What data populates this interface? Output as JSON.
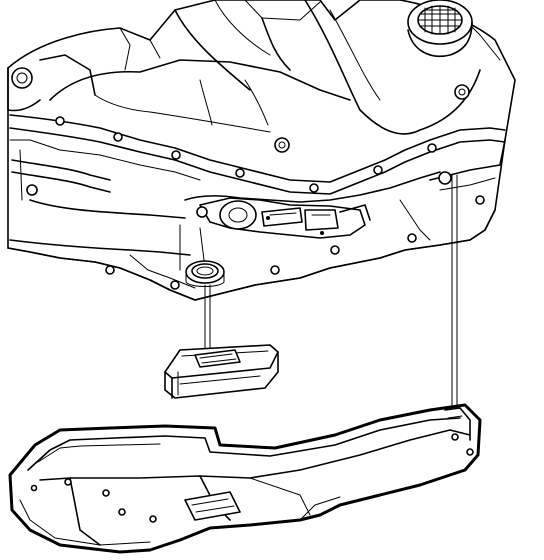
{
  "diagram": {
    "style": "line-art",
    "colors": {
      "line": "#000000",
      "background": "#ffffff"
    },
    "components": [
      {
        "id": "transmission-case",
        "label": ""
      },
      {
        "id": "oil-seal",
        "label": ""
      },
      {
        "id": "oil-filter",
        "label": ""
      },
      {
        "id": "oil-pan",
        "label": ""
      }
    ],
    "connectors": [
      {
        "from": "oil-seal",
        "to": "oil-filter"
      },
      {
        "from": "oil-pan",
        "to": "transmission-case"
      }
    ]
  }
}
